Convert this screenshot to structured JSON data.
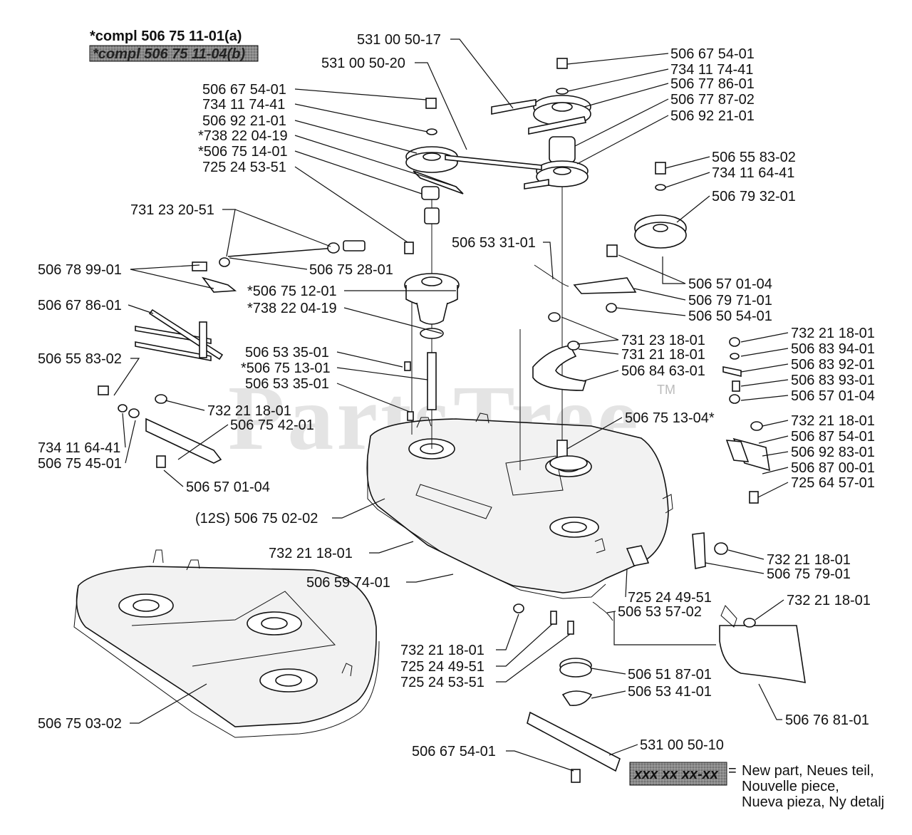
{
  "header": {
    "compl_a": "*compl 506 75 11-01(a)",
    "compl_b": "*compl 506 75 11-04(b)"
  },
  "watermark": {
    "text": "PartsTree",
    "tm": "TM"
  },
  "labels": {
    "l01": "531 00 50-17",
    "l02": "531 00 50-20",
    "l03": "506 67 54-01",
    "l04": "734 11 74-41",
    "l05": "506 77 86-01",
    "l06": "506 77 87-02",
    "l07": "506 92 21-01",
    "l08": "506 67 54-01",
    "l09": "734 11 74-41",
    "l10": "506 92 21-01",
    "l11": "*738 22 04-19",
    "l12": "*506 75 14-01",
    "l13": "725 24 53-51",
    "l14": "506 55 83-02",
    "l15": "734 11 64-41",
    "l16": "506 79 32-01",
    "l17": "731 23 20-51",
    "l18": "506 53 31-01",
    "l19": "506 78 99-01",
    "l20": "506 75 28-01",
    "l21": "506 57 01-04",
    "l22": "*506 75 12-01",
    "l23": "506 79 71-01",
    "l24": "*738 22 04-19",
    "l25": "506 50 54-01",
    "l26": "506 67 86-01",
    "l27": "731 23 18-01",
    "l28": "732 21 18-01",
    "l29": "506 53 35-01",
    "l30": "731 21 18-01",
    "l31": "506 83 94-01",
    "l32": "*506 75 13-01",
    "l33": "506 84 63-01",
    "l34": "506 83 92-01",
    "l35": "506 55 83-02",
    "l36": "506 53 35-01",
    "l37": "506 83 93-01",
    "l38": "506 57 01-04",
    "l39": "732 21 18-01",
    "l40": "506 75 13-04*",
    "l41": "732 21 18-01",
    "l42": "506 75 42-01",
    "l43": "506 87 54-01",
    "l44": "734 11 64-41",
    "l45": "506 92 83-01",
    "l46": "506 75 45-01",
    "l47": "506 87 00-01",
    "l48": "506 57 01-04",
    "l49": "725 64 57-01",
    "l50": "(12S) 506 75 02-02",
    "l51": "732 21 18-01",
    "l52": "732 21 18-01",
    "l53": "506 75 79-01",
    "l54": "506 59 74-01",
    "l55": "725 24 49-51",
    "l56": "732 21 18-01",
    "l57": "506 53 57-02",
    "l58": "732 21 18-01",
    "l59": "725 24 49-51",
    "l60": "506 51 87-01",
    "l61": "725 24 53-51",
    "l62": "506 53 41-01",
    "l63": "506 76 81-01",
    "l64": "506 75 03-02",
    "l65": "531 00 50-10",
    "l66": "506 67 54-01"
  },
  "legend": {
    "code": "xxx xx xx-xx",
    "equals": "=",
    "line1": "New part, Neues teil,",
    "line2": "Nouvelle piece,",
    "line3": "Nueva pieza, Ny detalj"
  }
}
